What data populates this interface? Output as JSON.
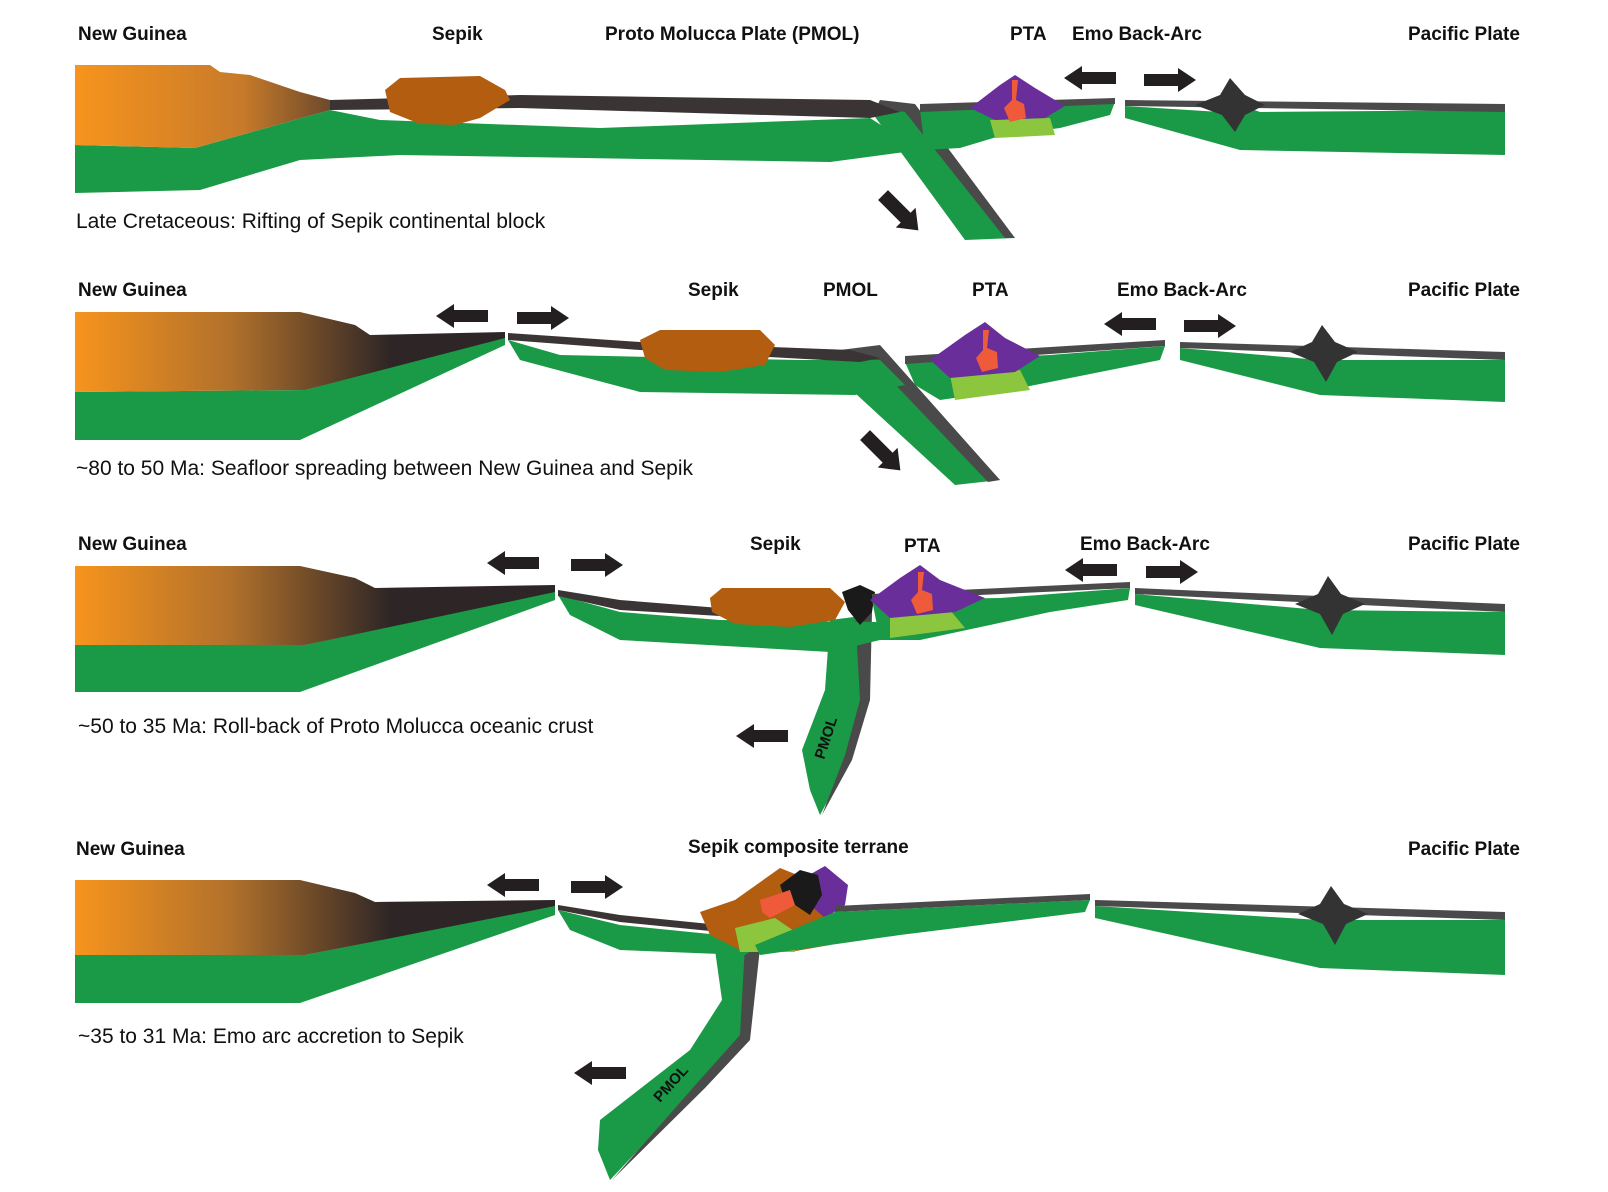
{
  "colors": {
    "oceanic_crust": "#1a9a46",
    "continent_light": "#f7941d",
    "continent_dark": "#2e2626",
    "sediment": "#4a4a4a",
    "sepik_block": "#b25d0f",
    "arc_volcano": "#6a2e9a",
    "arc_root": "#8cc63f",
    "magma": "#ef5a3a",
    "ophiolite": "#1a1a1a",
    "arrow": "#231f20"
  },
  "panels": [
    {
      "caption": "Late Cretaceous: Rifting of Sepik continental block",
      "labels": {
        "new_guinea": "New Guinea",
        "sepik": "Sepik",
        "pmol": "Proto Molucca Plate (PMOL)",
        "pta": "PTA",
        "emo": "Emo Back-Arc",
        "pacific": "Pacific Plate"
      }
    },
    {
      "caption": "~80 to 50 Ma: Seafloor spreading between New Guinea and Sepik",
      "labels": {
        "new_guinea": "New Guinea",
        "sepik": "Sepik",
        "pmol": "PMOL",
        "pta": "PTA",
        "emo": "Emo Back-Arc",
        "pacific": "Pacific Plate"
      }
    },
    {
      "caption": "~50 to 35 Ma: Roll-back of Proto Molucca oceanic crust",
      "labels": {
        "new_guinea": "New Guinea",
        "sepik": "Sepik",
        "pta": "PTA",
        "emo": "Emo Back-Arc",
        "pacific": "Pacific Plate",
        "slab": "PMOL"
      }
    },
    {
      "caption": "~35 to 31 Ma: Emo arc accretion to Sepik",
      "labels": {
        "new_guinea": "New Guinea",
        "sepik_composite": "Sepik composite terrane",
        "pacific": "Pacific Plate",
        "slab": "PMOL"
      }
    }
  ]
}
